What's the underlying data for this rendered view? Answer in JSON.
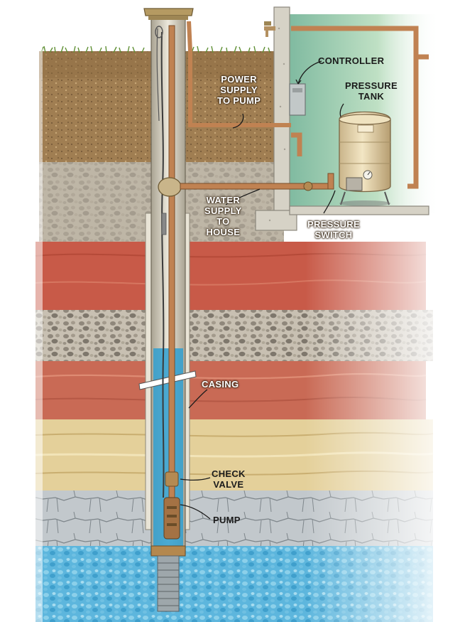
{
  "labels": {
    "controller": "CONTROLLER",
    "pressure_tank": [
      "PRESSURE",
      "TANK"
    ],
    "power_supply": [
      "POWER",
      "SUPPLY",
      "TO PUMP"
    ],
    "water_supply": [
      "WATER",
      "SUPPLY",
      "TO",
      "HOUSE"
    ],
    "pressure_switch": [
      "PRESSURE",
      "SWITCH"
    ],
    "casing": "CASING",
    "check_valve": [
      "CHECK",
      "VALVE"
    ],
    "pump": "PUMP"
  },
  "colors": {
    "topsoil": "#9c7a4e",
    "gravel_upper": "#b5aa96",
    "red_clay": "#c9584a",
    "gravel": "#a9a39a",
    "red_clay_lower": "#c96a55",
    "sand": "#e3cf98",
    "bedrock": "#b8c0c6",
    "aquifer": "#3f9fcc",
    "water": "#2f9fd0",
    "pipe": "#c08252",
    "casing": "#d8d4c8",
    "grass": "#6f9a3f",
    "foundation": "#d6d2c6",
    "basement_wall": "#a8d0a0"
  }
}
